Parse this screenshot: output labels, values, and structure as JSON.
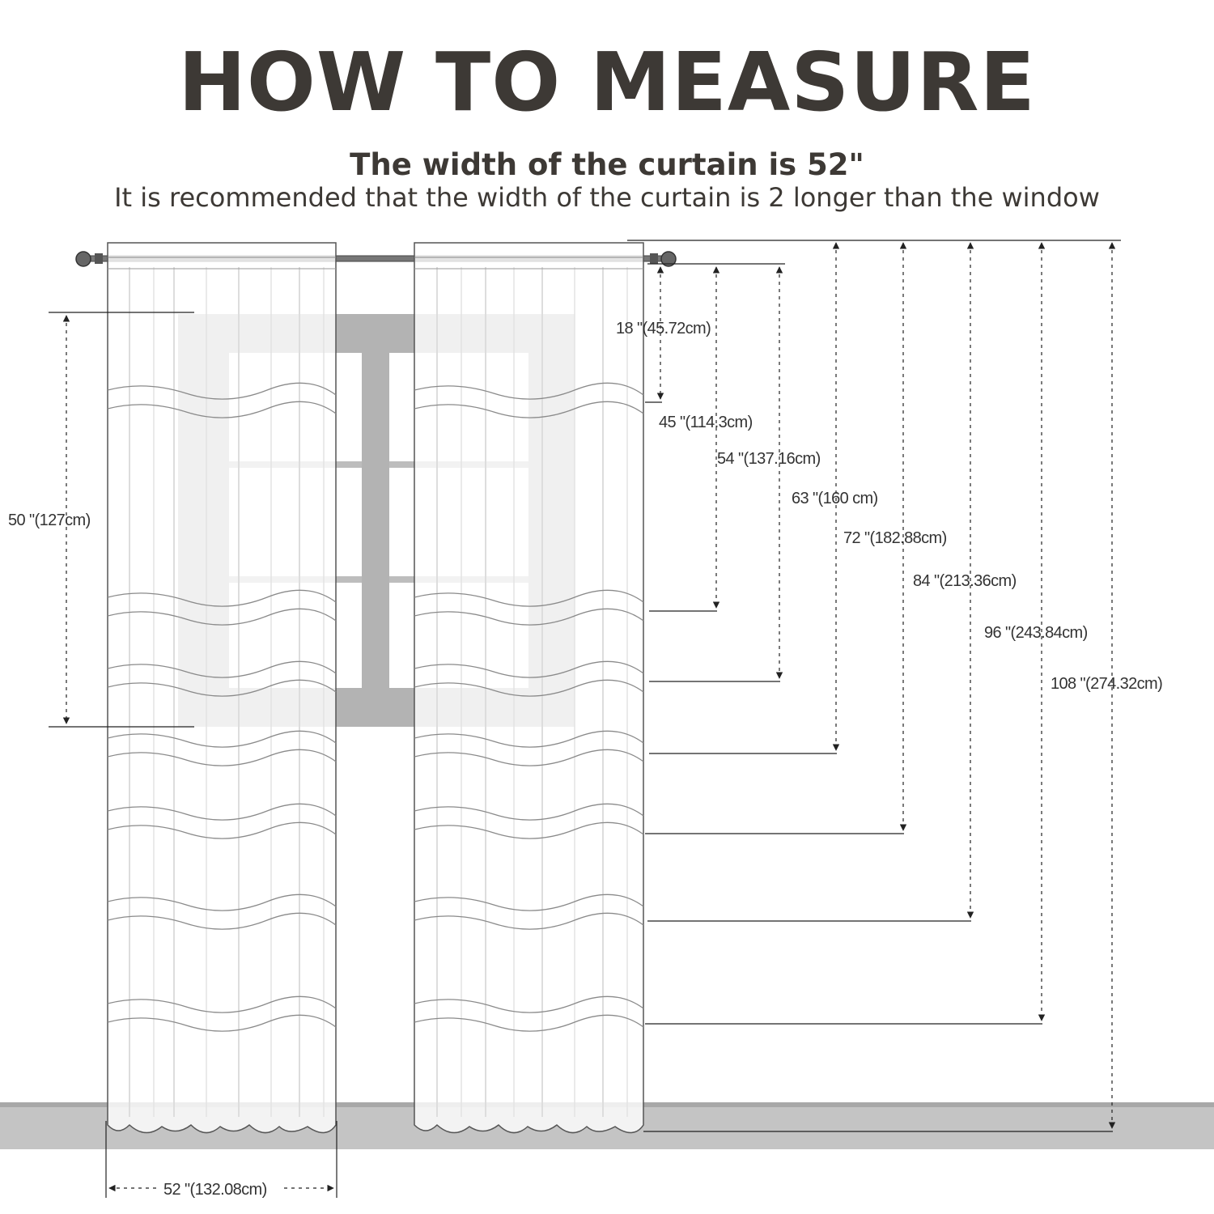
{
  "title": "HOW TO MEASURE",
  "subtitle": "The width of the curtain is 52\"",
  "note": "It is recommended that the width of the curtain is 2 longer than the window",
  "width_label": "52 \"(132.08cm)",
  "window_height_label": "50 \"(127cm)",
  "length_labels": [
    "18 \"(45.72cm)",
    "45 \"(114.3cm)",
    "54 \"(137.16cm)",
    "63 \"(160 cm)",
    "72 \"(182.88cm)",
    "84 \"(213.36cm)",
    "96 \"(243.84cm)",
    "108 \"(274.32cm)"
  ],
  "colors": {
    "title": "#3d3935",
    "window_frame": "#b3b3b3",
    "floor": "#c4c4c4",
    "line": "#222222"
  }
}
